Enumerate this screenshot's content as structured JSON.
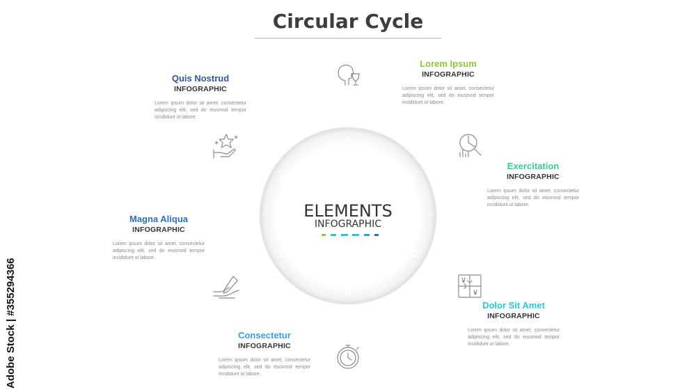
{
  "title": "Circular Cycle",
  "center": {
    "line1": "ELEMENTS",
    "line2": "INFOGRAPHIC"
  },
  "watermark": "Adobe Stock | #355294366",
  "segments": [
    {
      "letter": "A",
      "color": "#8dc63f",
      "icon": "head-trophy-icon",
      "heading": "Lorem Ipsum",
      "subheading": "INFOGRAPHIC",
      "description": "Lorem ipsum dolor sit amet, consectetur adipiscing elit, sed do eiusmod tempor incididunt ut labore."
    },
    {
      "letter": "B",
      "color": "#3cc99a",
      "icon": "chart-magnifier-icon",
      "heading": "Exercitation",
      "subheading": "INFOGRAPHIC",
      "description": "Lorem ipsum dolor sit amet, consectetur adipiscing elit, sed do eiusmod tempor incididunt ut labore."
    },
    {
      "letter": "C",
      "color": "#2ec4d6",
      "icon": "puzzle-icon",
      "heading": "Dolor Sit Amet",
      "subheading": "INFOGRAPHIC",
      "description": "Lorem ipsum dolor sit amet, consectetur adipiscing elit, sed do eiusmod tempor incididunt ut labore."
    },
    {
      "letter": "D",
      "color": "#3a9de0",
      "icon": "stopwatch-icon",
      "heading": "Consectetur",
      "subheading": "INFOGRAPHIC",
      "description": "Lorem ipsum dolor sit amet, consectetur adipiscing elit, sed do eiusmod tempor incididunt ut labore."
    },
    {
      "letter": "E",
      "color": "#2f6fc0",
      "icon": "hand-writing-icon",
      "heading": "Magna Aliqua",
      "subheading": "INFOGRAPHIC",
      "description": "Lorem ipsum dolor sit amet, consectetur adipiscing elit, sed do eiusmod tempor incididunt ut labore."
    },
    {
      "letter": "F",
      "color": "#34559e",
      "icon": "hand-star-icon",
      "heading": "Quis Nostrud",
      "subheading": "INFOGRAPHIC",
      "description": "Lorem ipsum dolor sit amet, consectetur adipiscing elit, sed do eiusmod tempor incididunt ut labore."
    }
  ]
}
